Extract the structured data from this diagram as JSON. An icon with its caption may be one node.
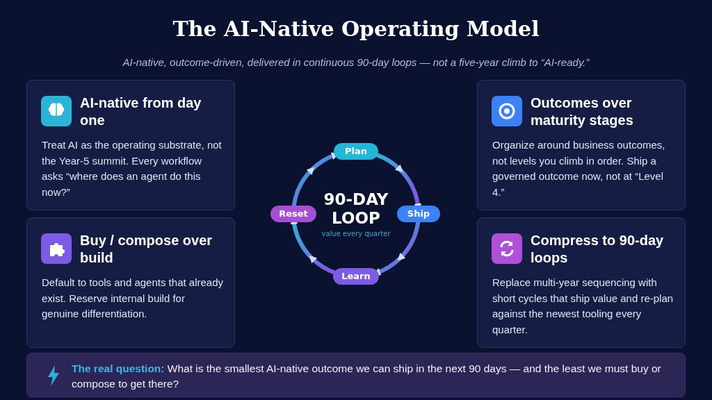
{
  "diagram": {
    "title": "The AI-Native Operating Model",
    "caption": "AI-native, outcome-driven, delivered in continuous 90-day loops — not a five-year climb to “AI-ready.”",
    "nodes": [
      {
        "text": [
          "AI-native from day one",
          "Treat AI as the operating substrate, not the Year-5 summit. Every workflow asks “where does an agent do this now?”"
        ]
      },
      {
        "text": [
          "Buy / compose over build",
          "Default to tools and agents that already exist. Reserve internal build for genuine differentiation."
        ]
      },
      {
        "text": [
          "Outcomes over maturity stages",
          "Organize around business outcomes, not levels you climb in order. Ship a governed outcome now, not at “Level 4.”"
        ]
      },
      {
        "text": [
          "Compress to 90-day loops",
          "Replace multi-year sequencing with short cycles that ship value and re-plan against the newest tooling every quarter."
        ]
      },
      {
        "text": [
          "90-DAY LOOP",
          "value every quarter"
        ]
      },
      {
        "text": [
          "Plan"
        ]
      },
      {
        "text": [
          "Ship"
        ]
      },
      {
        "text": [
          "Learn"
        ]
      },
      {
        "text": [
          "Reset"
        ]
      },
      {
        "text": [
          "**The real question:** What is the smallest AI-native outcome we can ship in the next 90 days — and the least we must buy or compose to get there?"
        ]
      }
    ],
    "edges": [
      {
        "from": 5,
        "to": 6,
        "arrow": "to"
      },
      {
        "from": 6,
        "to": 7,
        "arrow": "to"
      },
      {
        "from": 7,
        "to": 8,
        "arrow": "to"
      },
      {
        "from": 8,
        "to": 5,
        "arrow": "to"
      }
    ]
  }
}
